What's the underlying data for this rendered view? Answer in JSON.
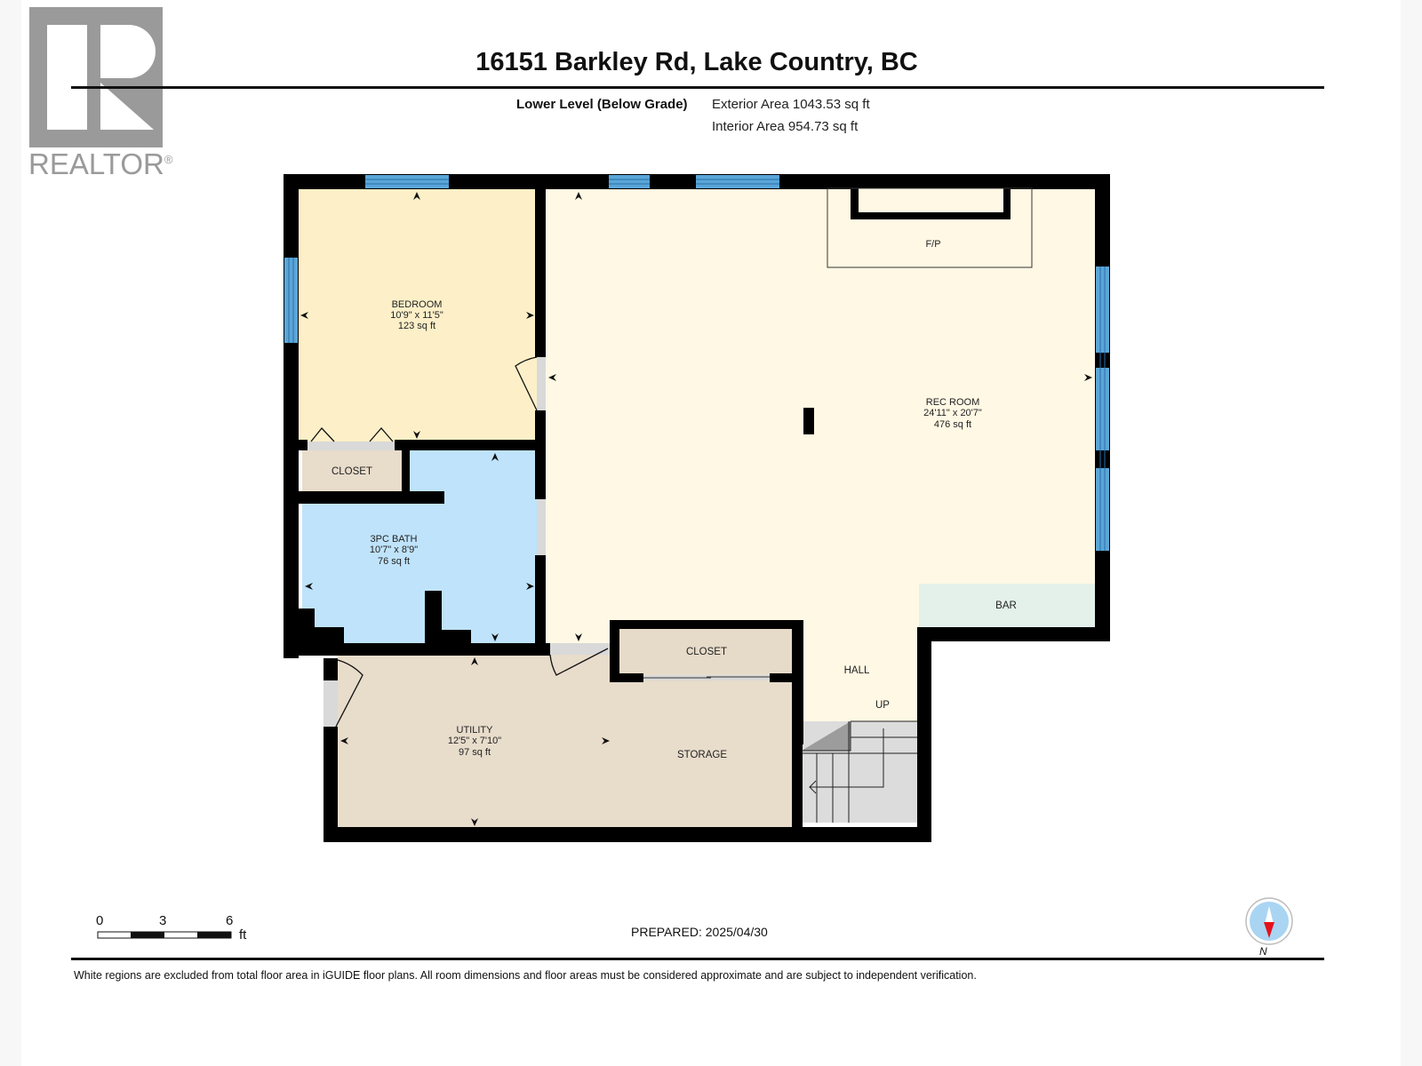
{
  "logo": {
    "brand_text": "REALTOR",
    "registered_mark": "®",
    "icon": "realtor-r-logo",
    "color": "#9a9a9a"
  },
  "header": {
    "title": "16151 Barkley Rd, Lake Country, BC",
    "level_name": "Lower Level (Below Grade)",
    "exterior_area": "Exterior Area 1043.53 sq ft",
    "interior_area": "Interior Area 954.73 sq ft"
  },
  "rooms": {
    "bedroom": {
      "name": "BEDROOM",
      "dims": "10'9\" x 11'5\"",
      "area": "123 sq ft",
      "color": "#fdf0c8"
    },
    "closet_bedroom": {
      "name": "CLOSET",
      "color": "#e8dccb"
    },
    "bath": {
      "name": "3PC BATH",
      "dims": "10'7\" x 8'9\"",
      "area": "76 sq ft",
      "color": "#bfe3fb"
    },
    "rec_room": {
      "name": "REC ROOM",
      "dims": "24'11\" x 20'7\"",
      "area": "476 sq ft",
      "color": "#fff8e4"
    },
    "fireplace": {
      "name": "F/P"
    },
    "bar": {
      "name": "BAR",
      "color": "#e3f1ea"
    },
    "hall": {
      "name": "HALL"
    },
    "stairs": {
      "name": "UP",
      "color": "#dcdcdc"
    },
    "closet_hall": {
      "name": "CLOSET",
      "color": "#e8dccb"
    },
    "utility": {
      "name": "UTILITY",
      "dims": "12'5\" x 7'10\"",
      "area": "97 sq ft",
      "color": "#e8dccb"
    },
    "storage": {
      "name": "STORAGE",
      "color": "#e8dccb"
    }
  },
  "colors": {
    "wall": "#000000",
    "window": "#5aa6d8",
    "door_swing": "#d9d9d9"
  },
  "scale_bar": {
    "ticks": [
      "0",
      "3",
      "6"
    ],
    "unit": "ft"
  },
  "footer": {
    "prepared": "PREPARED: 2025/04/30",
    "disclaimer": "White regions are excluded from total floor area in iGUIDE floor plans. All room dimensions and floor areas must be considered approximate and are subject to independent verification.",
    "compass_label": "N",
    "compass_icon": "north-arrow-compass"
  }
}
